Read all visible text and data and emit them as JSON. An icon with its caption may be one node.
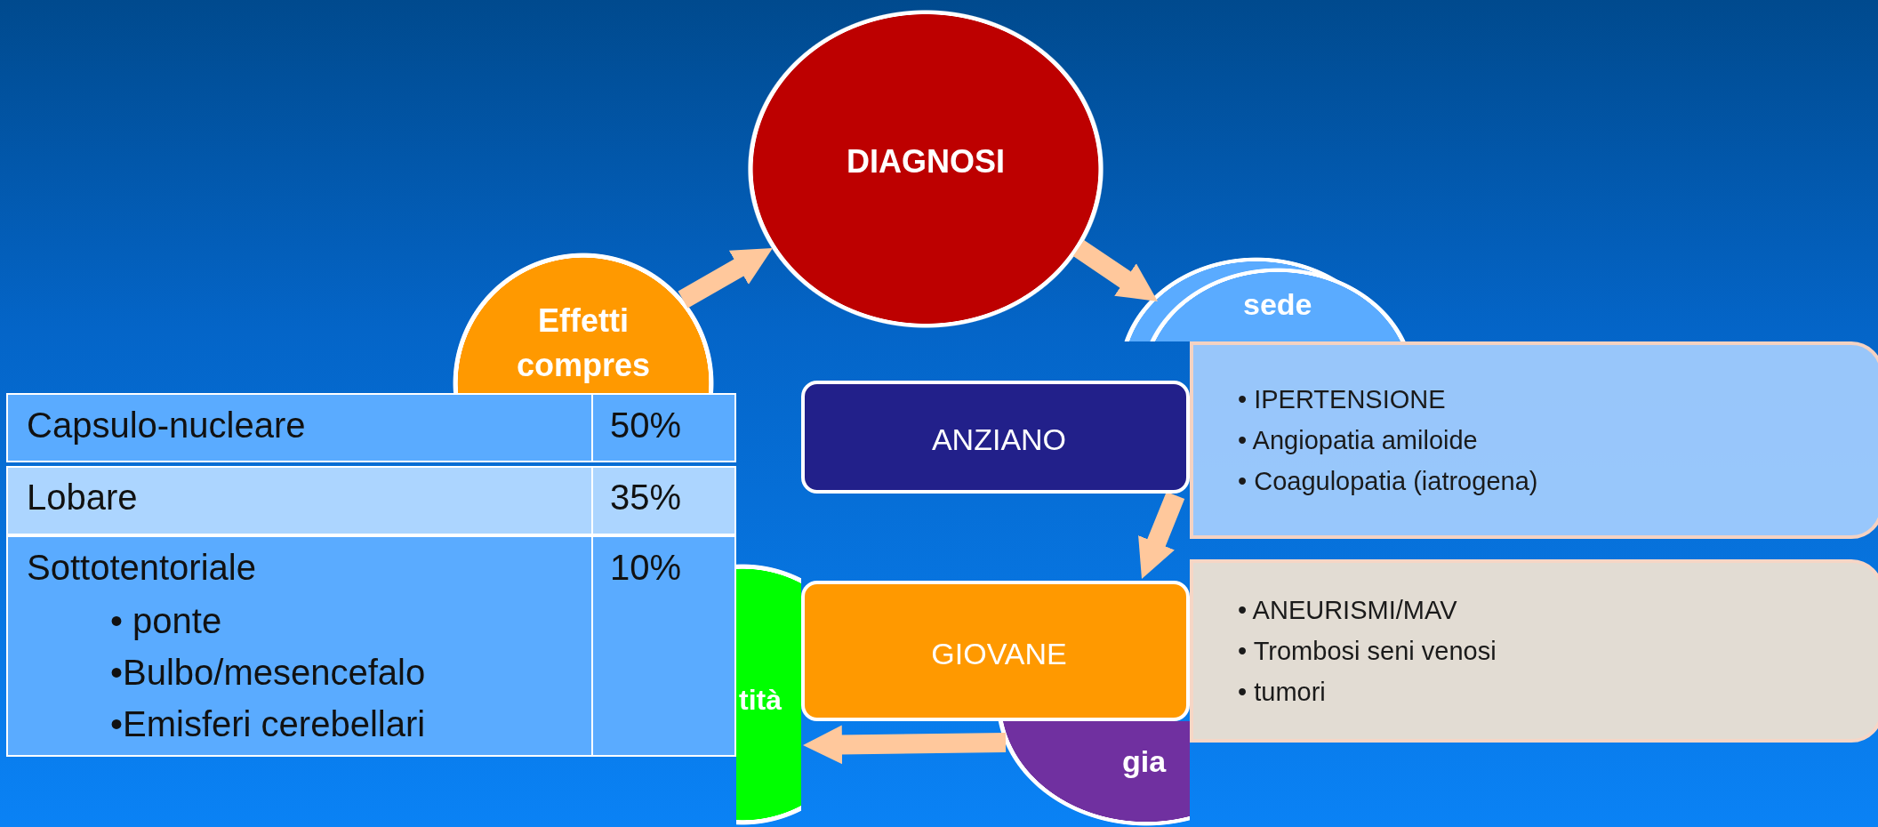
{
  "diagram": {
    "nodes": [
      {
        "text": [
          "DIAGNOSI"
        ]
      },
      {
        "text": [
          "Effetti compres"
        ]
      },
      {
        "text": [
          "sede"
        ]
      },
      {
        "text": [
          "tità"
        ]
      },
      {
        "text": [
          "gia"
        ]
      },
      {
        "text": [
          "ANZIANO"
        ]
      },
      {
        "text": [
          "• IPERTENSIONE",
          "• Angiopatia amiloide",
          "• Coagulopatia (iatrogena)"
        ]
      },
      {
        "text": [
          "GIOVANE"
        ]
      },
      {
        "text": [
          "• ANEURISMI/MAV",
          "• Trombosi seni venosi",
          "• tumori"
        ]
      }
    ],
    "edges": [
      {
        "from": 1,
        "to": 0,
        "arrow": "to"
      },
      {
        "from": 0,
        "to": 2,
        "arrow": "to"
      },
      {
        "from": 5,
        "to": 7,
        "arrow": "to"
      },
      {
        "from": 4,
        "to": 3,
        "arrow": "to"
      }
    ],
    "labels": [
      "Capsulo-nucleare",
      "50%",
      "Lobare",
      "35%",
      "Sottotentoriale",
      "• ponte",
      "•Bulbo/mesencefalo",
      "•Emisferi cerebellari",
      "10%"
    ]
  }
}
